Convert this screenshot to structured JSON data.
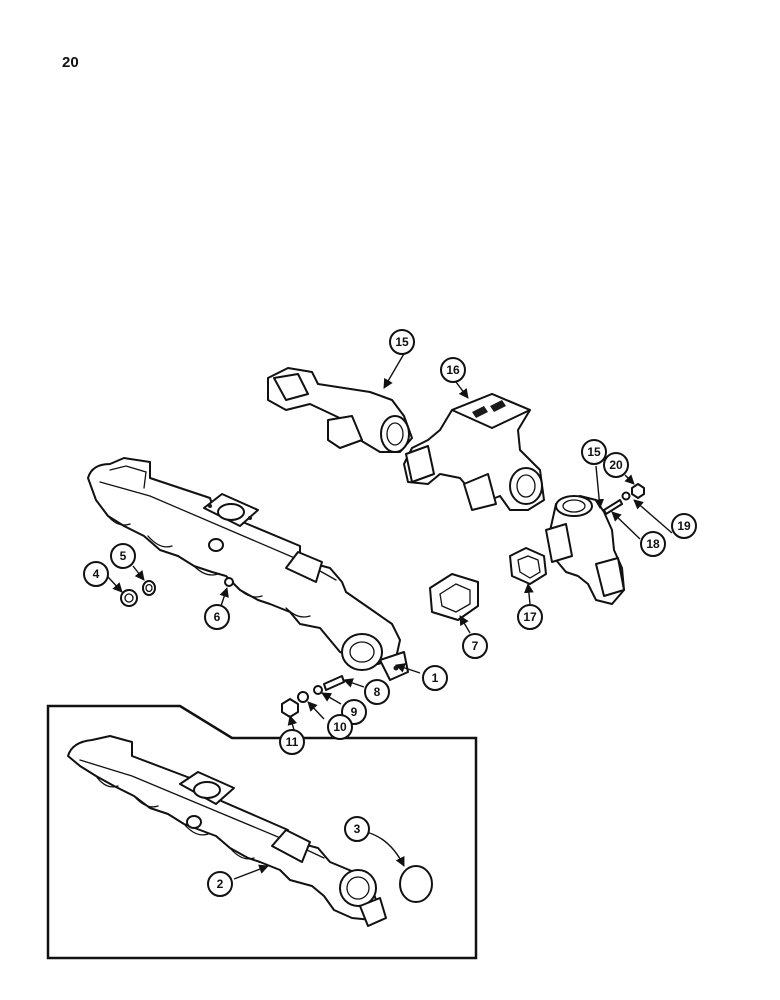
{
  "page_number": "20",
  "callouts": [
    {
      "id": "c1",
      "label": "1"
    },
    {
      "id": "c2",
      "label": "2"
    },
    {
      "id": "c3",
      "label": "3"
    },
    {
      "id": "c4",
      "label": "4"
    },
    {
      "id": "c5",
      "label": "5"
    },
    {
      "id": "c6",
      "label": "6"
    },
    {
      "id": "c7",
      "label": "7"
    },
    {
      "id": "c8",
      "label": "8"
    },
    {
      "id": "c9",
      "label": "9"
    },
    {
      "id": "c10",
      "label": "10"
    },
    {
      "id": "c11",
      "label": "11"
    },
    {
      "id": "c15a",
      "label": "15"
    },
    {
      "id": "c15b",
      "label": "15"
    },
    {
      "id": "c16",
      "label": "16"
    },
    {
      "id": "c17",
      "label": "17"
    },
    {
      "id": "c18",
      "label": "18"
    },
    {
      "id": "c19",
      "label": "19"
    },
    {
      "id": "c20",
      "label": "20"
    }
  ]
}
